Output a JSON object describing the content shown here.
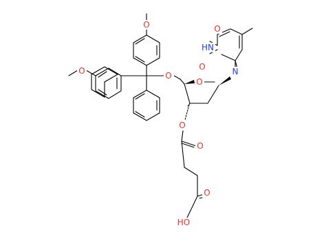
{
  "colors": {
    "bond": "#000000",
    "oxygen": "#e8312a",
    "nitrogen": "#1f3fe0",
    "background": "#ffffff"
  },
  "atoms": {
    "o_methoxy_top": "O",
    "o_methoxy_left": "O",
    "o_ether_trityl": "O",
    "o_ring": "O",
    "o_ester": "O",
    "o_carbonyl_ester": "O",
    "o_carbonyl_acid": "O",
    "ho_acid": "HO",
    "o_thymine_4": "O",
    "o_thymine_2": "O",
    "nh_thymine": "HN",
    "n_thymine": "N"
  }
}
